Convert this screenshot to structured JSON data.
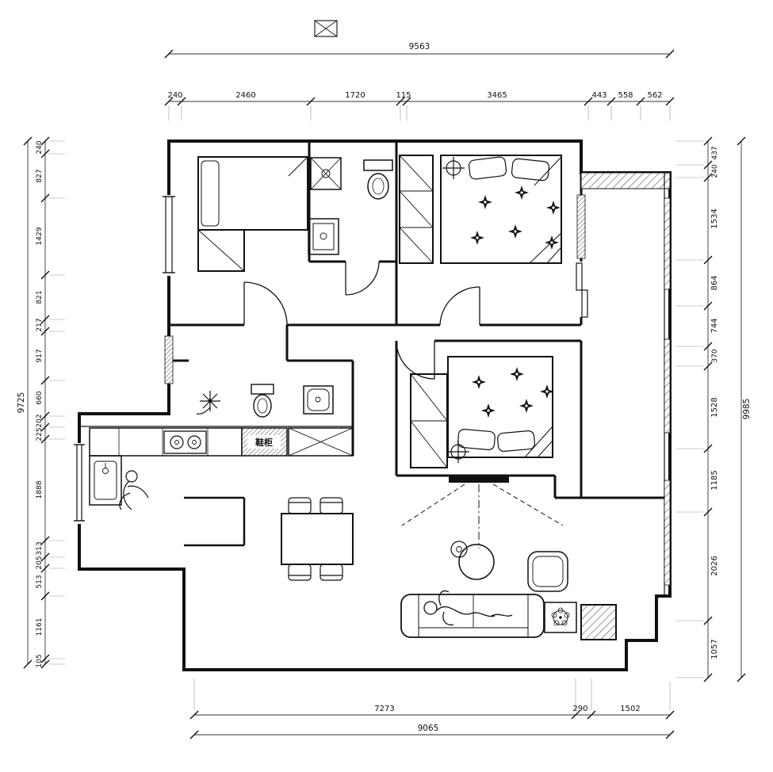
{
  "dims": {
    "top": {
      "overall": "9563",
      "segments": [
        "240",
        "2460",
        "1720",
        "115",
        "3465",
        "443",
        "558",
        "562"
      ]
    },
    "left": {
      "overall": "9725",
      "segments": [
        "240",
        "827",
        "1429",
        "821",
        "217",
        "917",
        "660",
        "202",
        "225",
        "1888",
        "313",
        "205",
        "513",
        "1161",
        "105"
      ]
    },
    "right": {
      "overall": "9985",
      "segments": [
        "437",
        "240",
        "1534",
        "864",
        "744",
        "370",
        "1528",
        "1185",
        "2026",
        "1057"
      ]
    },
    "bottom": {
      "overall": "9065",
      "segments": [
        "7273",
        "290",
        "1502"
      ]
    }
  },
  "labels": {
    "shoe_cabinet": "鞋柜"
  },
  "colors": {
    "ink": "#111111",
    "background": "#ffffff"
  }
}
